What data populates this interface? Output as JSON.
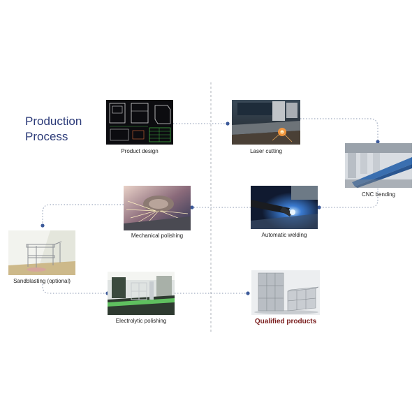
{
  "title": {
    "line1": "Production",
    "line2": "Process"
  },
  "steps": [
    {
      "label": "Product design",
      "icon": "cad-drawing-photo"
    },
    {
      "label": "Laser cutting",
      "icon": "laser-cutter-photo"
    },
    {
      "label": "CNC bending",
      "icon": "press-brake-photo"
    },
    {
      "label": "Automatic welding",
      "icon": "welding-torch-photo"
    },
    {
      "label": "Mechanical polishing",
      "icon": "grinding-sparks-photo"
    },
    {
      "label": "Sandblasting (optional)",
      "icon": "steel-cart-photo"
    },
    {
      "label": "Electrolytic polishing",
      "icon": "polishing-line-photo"
    },
    {
      "label": "Qualified products",
      "icon": "steel-lockers-photo"
    }
  ],
  "colors": {
    "title": "#2b3a78",
    "connector": "#8a97b0",
    "dot": "#3c5a9a",
    "final_label": "#7a1e1e"
  }
}
